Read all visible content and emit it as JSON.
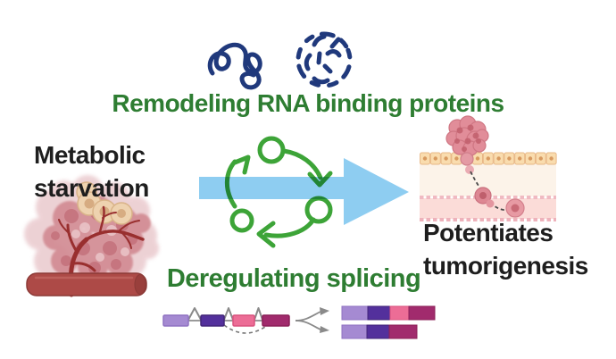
{
  "figure": {
    "top_title": "Remodeling RNA binding proteins",
    "left_label": "Metabolic\nstarvation",
    "right_label": "Potentiates\ntumorigenesis",
    "bottom_title": "Deregulating splicing"
  },
  "icons": {
    "folded_protein": "tangled-squiggle-icon",
    "remodeled_protein": "fragmented-squiggle-icon",
    "progression_arrow": "large-right-arrow-icon",
    "remodeling_cycle": "circular-arrows-cycle-icon",
    "tumor": "vascularized-tumor-icon",
    "tissue": "epithelium-invasion-icon",
    "splicing": "exon-intron-splicing-icon"
  },
  "palette": {
    "green_text": "#2e7d32",
    "cycle_green": "#3da438",
    "arrow_blue": "#8ecdf1",
    "protein_navy": "#20397c",
    "label_black": "#1e1e1e",
    "tumor_halo": "#dba4ab",
    "tumor_pink": "#d28b93",
    "tumor_nucleus": "#c26d77",
    "beige_cell": "#eed2af",
    "beige_nucleus": "#d4a77d",
    "vessel_red": "#ad4a47",
    "vessel_tree": "#992f2f",
    "epithelium_fill": "#f9dcae",
    "epithelium_border": "#e8b887",
    "epithelium_nucleus": "#d89a60",
    "stroma_cream": "#fcf3e9",
    "membrane_pink": "#f0bac2",
    "dermis_pink": "#fbdcd8",
    "tissue_cell_pink": "#e18d99",
    "tissue_cell_dark": "#c2606d",
    "exon_lavender": "#a58ad2",
    "exon_purple": "#53309c",
    "exon_pink": "#ec6d96",
    "exon_magenta": "#a12b6d",
    "splice_gray": "#8a8a8a"
  }
}
